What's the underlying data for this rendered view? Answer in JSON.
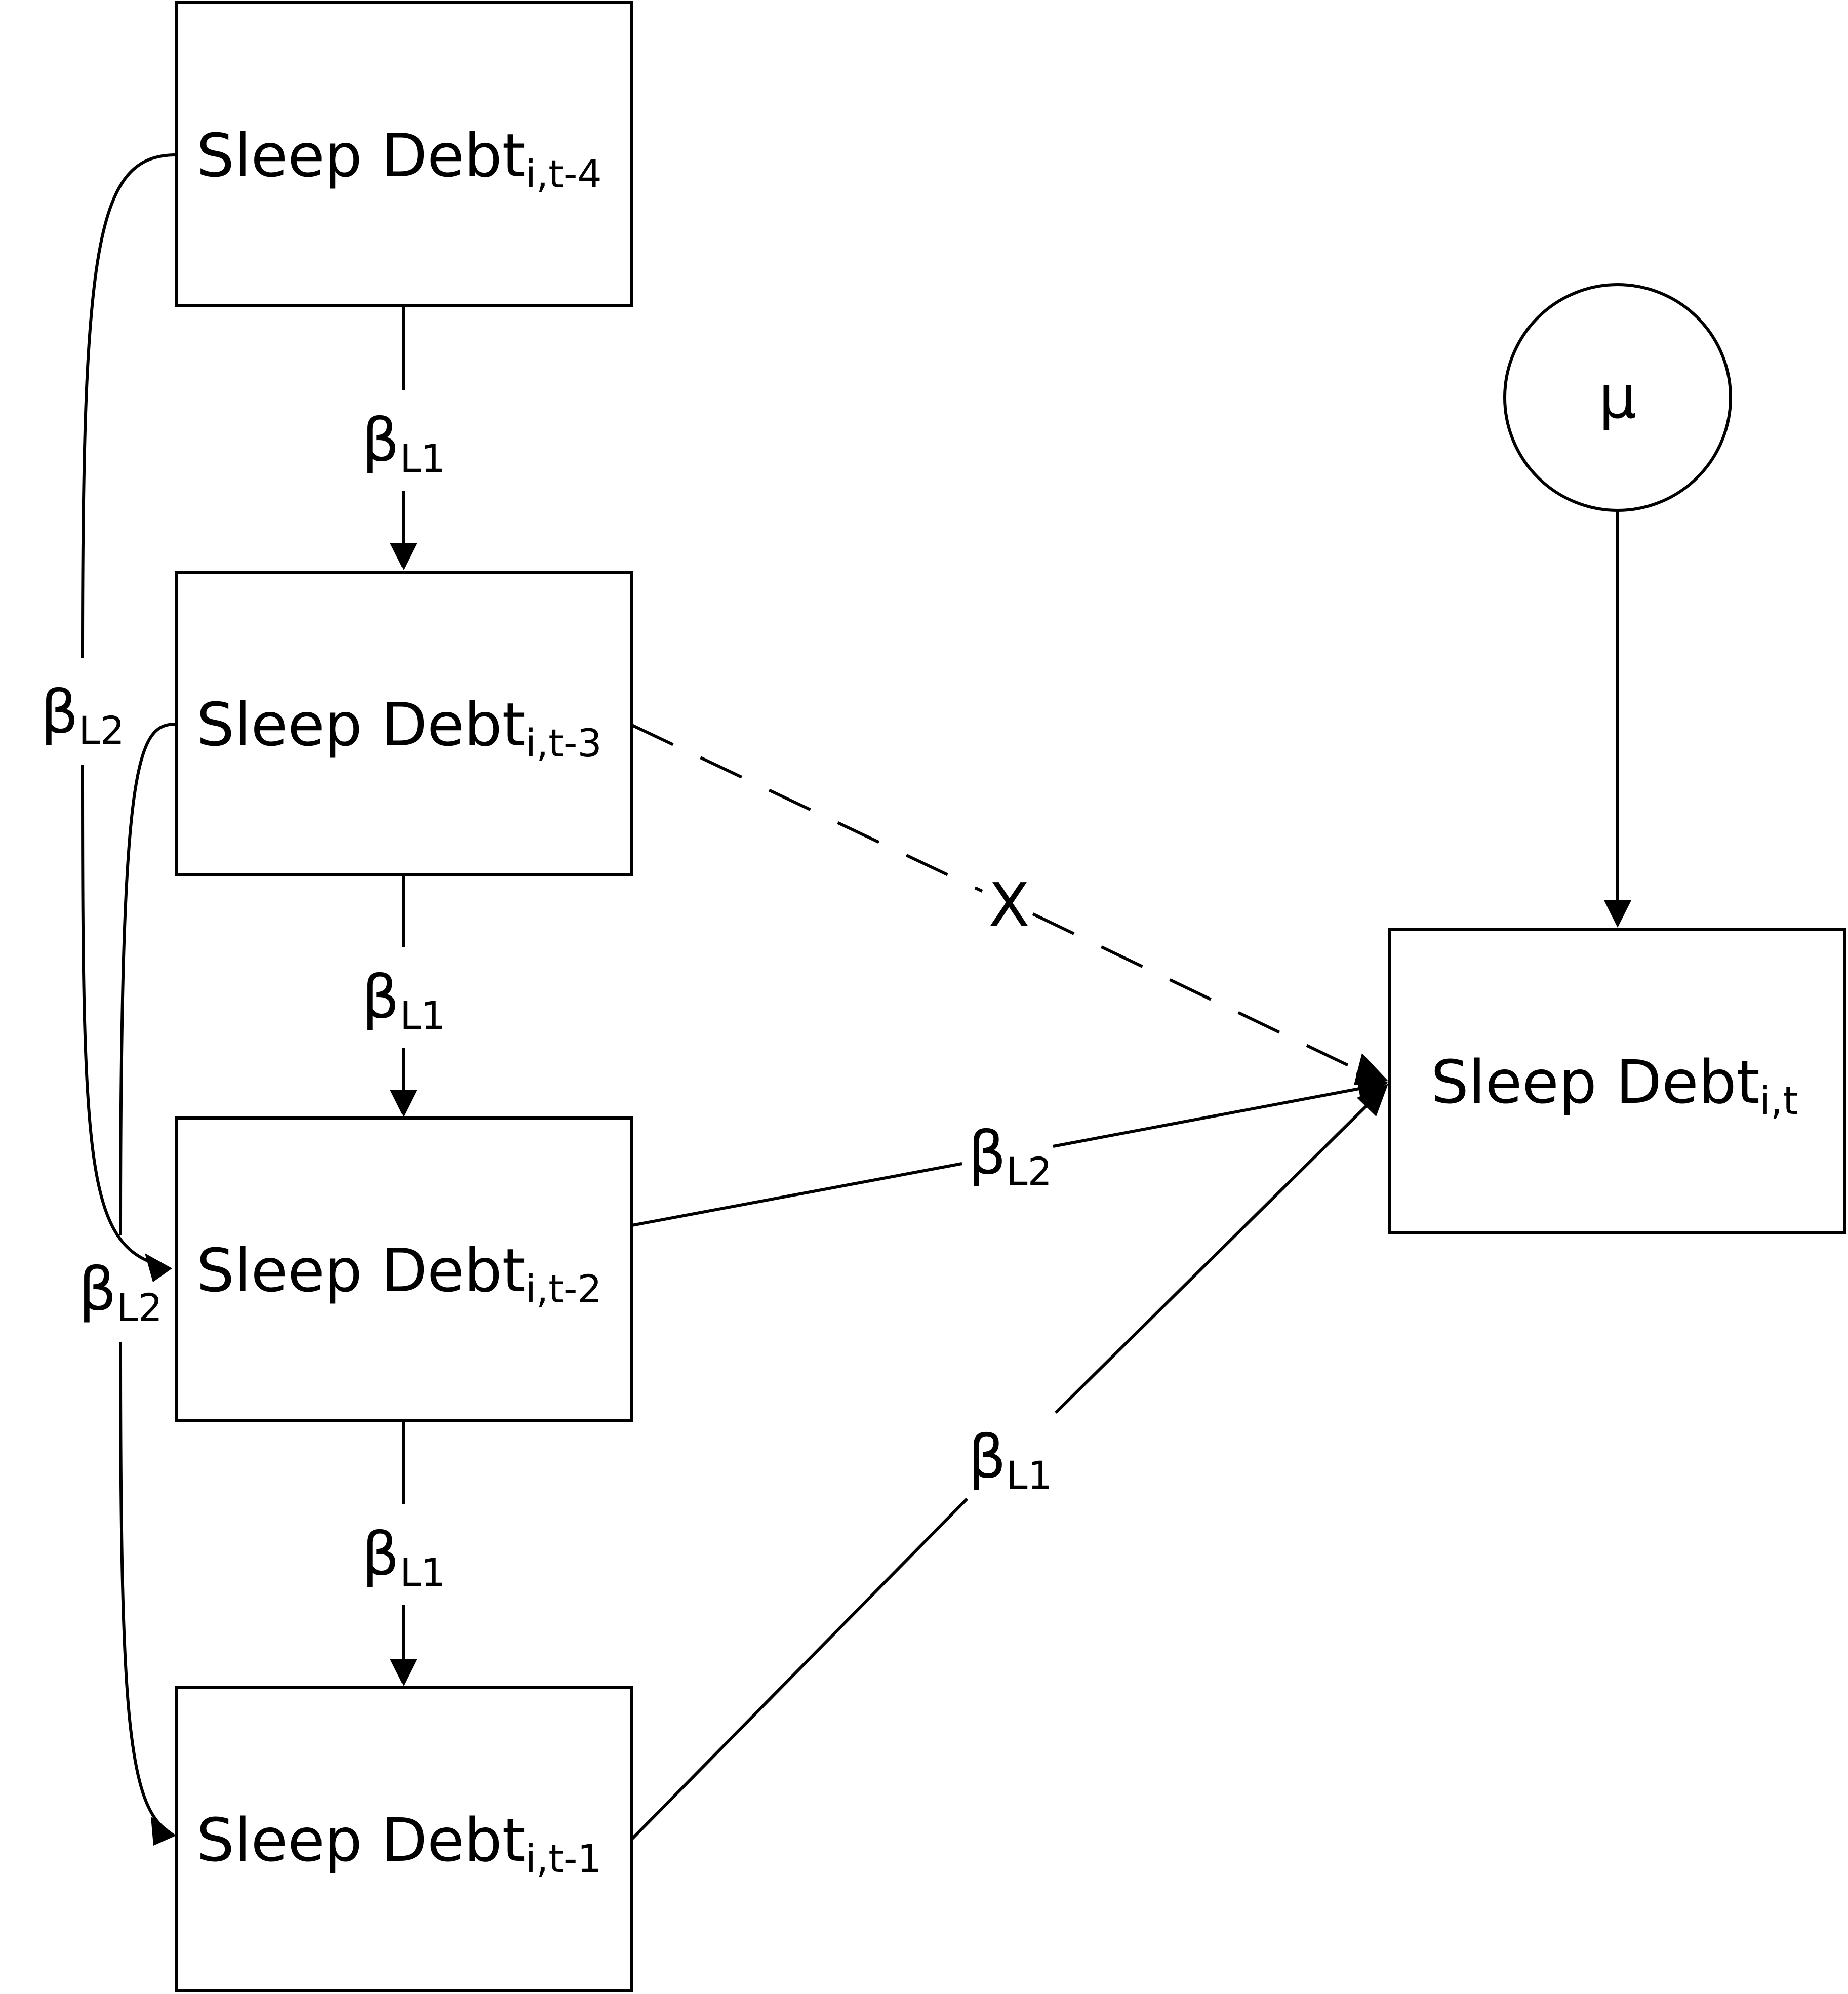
{
  "nodes": {
    "lag4": {
      "main": "Sleep Debt",
      "sub": "i,t-4"
    },
    "lag3": {
      "main": "Sleep Debt",
      "sub": "i,t-3"
    },
    "lag2": {
      "main": "Sleep Debt",
      "sub": "i,t-2"
    },
    "lag1": {
      "main": "Sleep Debt",
      "sub": "i,t-1"
    },
    "current": {
      "main": "Sleep Debt",
      "sub": "i,t"
    },
    "mu": {
      "main": "μ"
    }
  },
  "edges": {
    "lag4_to_lag3": {
      "main": "β",
      "sub": "L1"
    },
    "lag3_to_lag2": {
      "main": "β",
      "sub": "L1"
    },
    "lag2_to_lag1": {
      "main": "β",
      "sub": "L1"
    },
    "lag4_to_lag2": {
      "main": "β",
      "sub": "L2"
    },
    "lag3_to_lag1": {
      "main": "β",
      "sub": "L2"
    },
    "lag3_to_current": {
      "main": "X"
    },
    "lag2_to_current": {
      "main": "β",
      "sub": "L2"
    },
    "lag1_to_current": {
      "main": "β",
      "sub": "L1"
    }
  }
}
